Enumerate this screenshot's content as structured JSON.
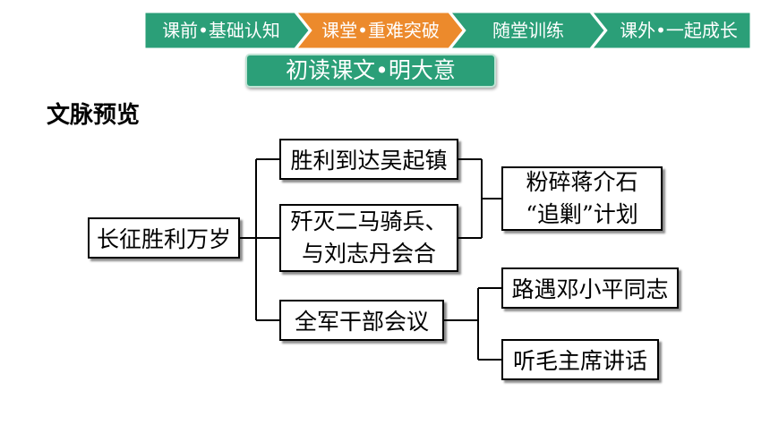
{
  "nav": {
    "tabs": [
      {
        "label": "课前•基础认知",
        "color": "#2b9f78"
      },
      {
        "label": "课堂•重难突破",
        "color": "#ec8a2c"
      },
      {
        "label": "随堂训练",
        "color": "#2b9f78"
      },
      {
        "label": "课外•一起成长",
        "color": "#2b9f78"
      }
    ],
    "active_index": 1
  },
  "section_banner": "初读课文•明大意",
  "section_heading": "文脉预览",
  "diagram": {
    "root": "长征胜利万岁",
    "branches": [
      {
        "label": "胜利到达吴起镇"
      },
      {
        "lines": [
          "歼灭二马骑兵、",
          "与刘志丹会合"
        ]
      },
      {
        "label": "全军干部会议"
      }
    ],
    "merge_result": {
      "lines": [
        "粉碎蒋介石",
        "“追剿”计划"
      ]
    },
    "meeting_children": [
      {
        "label": "路遇邓小平同志"
      },
      {
        "label": "听毛主席讲话"
      }
    ]
  }
}
